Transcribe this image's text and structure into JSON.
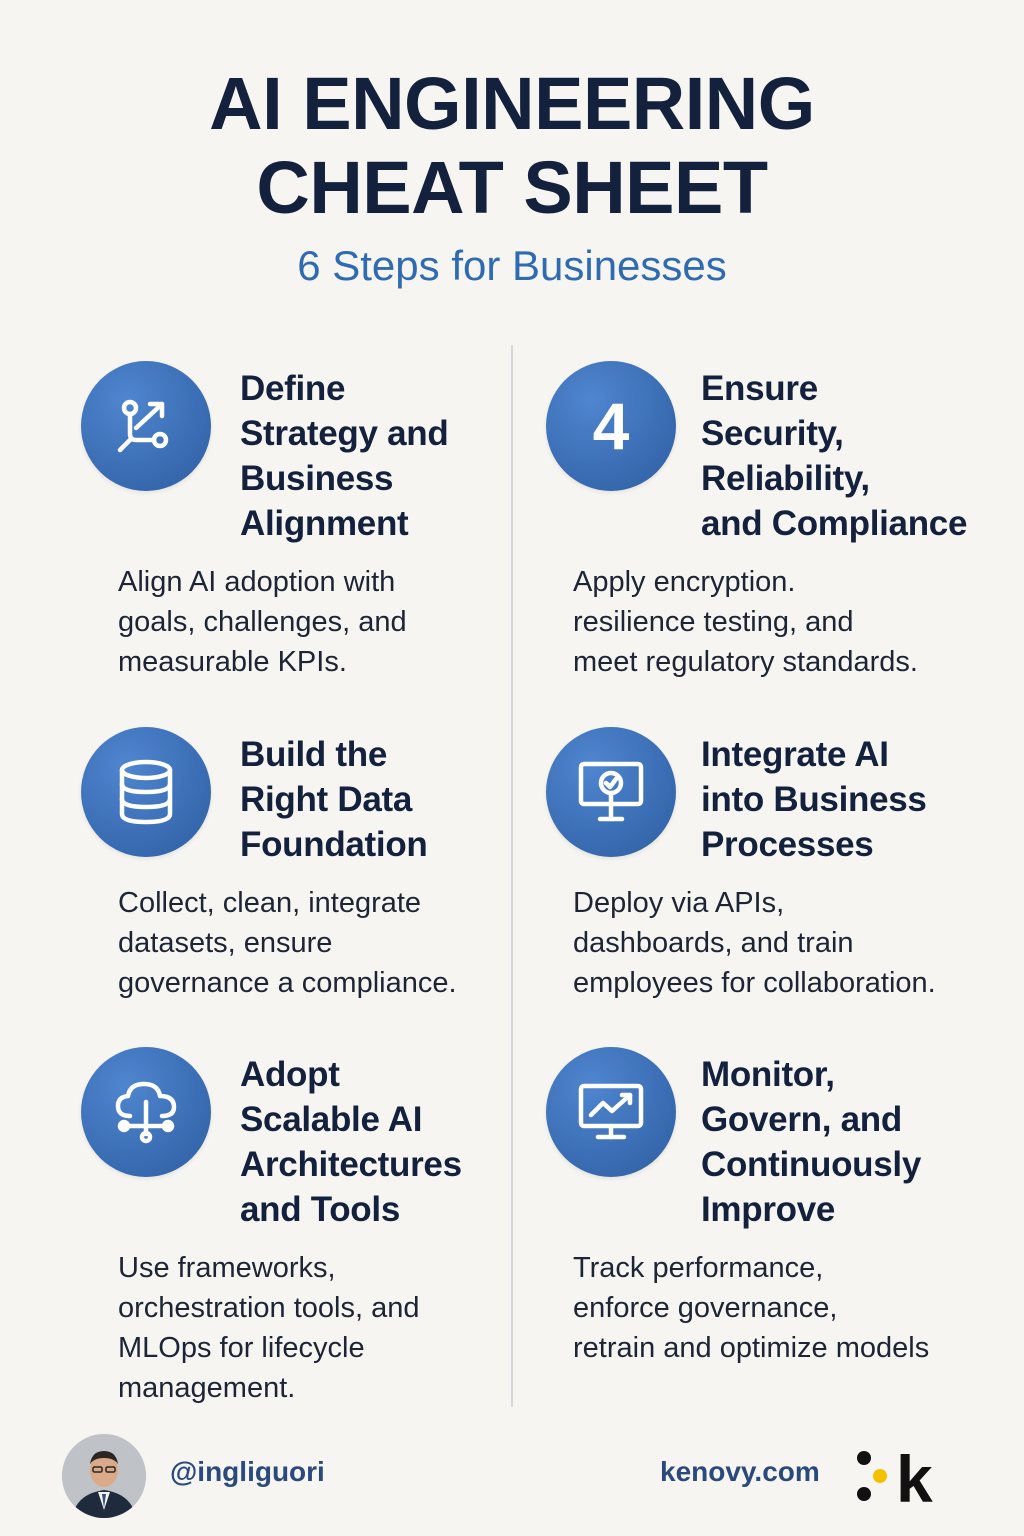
{
  "header": {
    "title_line1": "AI ENGINEERING",
    "title_line2": "CHEAT SHEET",
    "subtitle": "6 Steps for Businesses"
  },
  "steps": [
    {
      "icon": "strategy-arrows-icon",
      "title_lines": [
        "Define",
        "Strategy and",
        "Business",
        "Alignment"
      ],
      "desc_lines": [
        "Align AI adoption with",
        "goals, challenges, and",
        "measurable KPIs."
      ]
    },
    {
      "icon": "database-icon",
      "title_lines": [
        "Build the",
        "Right Data",
        "Foundation"
      ],
      "desc_lines": [
        "Collect, clean, integrate",
        "datasets, ensure",
        "governance a compliance."
      ]
    },
    {
      "icon": "cloud-network-icon",
      "title_lines": [
        "Adopt",
        "Scalable AI",
        "Architectures",
        "and Tools"
      ],
      "desc_lines": [
        "Use frameworks,",
        "orchestration tools, and",
        "MLOps for lifecycle",
        "management."
      ]
    },
    {
      "icon": "number-4",
      "number": "4",
      "title_lines": [
        "Ensure",
        "Security,",
        "Reliability,",
        "and Compliance"
      ],
      "desc_lines": [
        "Apply encryption.",
        "resilience testing,  and",
        "meet regulatory standards."
      ]
    },
    {
      "icon": "monitor-check-icon",
      "title_lines": [
        "Integrate AI",
        "into Business",
        "Processes"
      ],
      "desc_lines": [
        "Deploy via APIs,",
        "dashboards, and train",
        "employees for collaboration."
      ]
    },
    {
      "icon": "monitor-chart-icon",
      "title_lines": [
        "Monitor,",
        "Govern, and",
        "Continuously",
        "Improve"
      ],
      "desc_lines": [
        "Track performance,",
        "enforce governance,",
        "retrain and optimize models"
      ]
    }
  ],
  "footer": {
    "handle": "@ingliguori",
    "site": "kenovy.com",
    "logo_letter": "k"
  },
  "colors": {
    "background": "#f6f5f2",
    "title": "#14213d",
    "subtitle": "#2f6bb0",
    "circle": "#3c6fb6",
    "logo_yellow": "#f2c200"
  }
}
